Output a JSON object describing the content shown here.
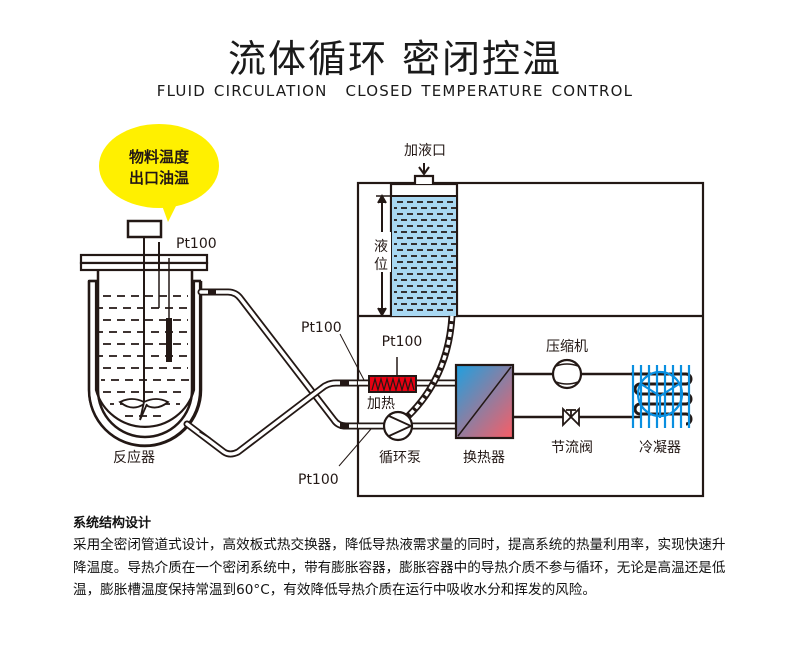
{
  "header": {
    "title_cn": "流体循环 密闭控温",
    "title_en_1": "FLUID CIRCULATION",
    "title_en_2": "CLOSED TEMPERATURE CONTROL"
  },
  "diagram": {
    "callout": {
      "line1": "物料温度",
      "line2": "出口油温",
      "color": "#FFF000"
    },
    "sensor_labels": {
      "reactor_probe": "Pt100",
      "outlet_upper": "Pt100",
      "heater": "Pt100",
      "outlet_lower": "Pt100"
    },
    "components": {
      "fill_port": "加液口",
      "level_1": "液",
      "level_2": "位",
      "heater": "加热",
      "pump": "循环泵",
      "heat_exchanger": "换热器",
      "compressor": "压缩机",
      "throttle_valve": "节流阀",
      "condenser": "冷凝器",
      "reactor": "反应器"
    },
    "colors": {
      "liquid": "#A9D8F2",
      "heater": "#E60012",
      "exchanger_top": "#1EA0E0",
      "exchanger_bottom": "#F0606A",
      "condenser": "#0A8FE0",
      "line": "#231815"
    }
  },
  "description": {
    "title": "系统结构设计",
    "body": "采用全密闭管道式设计，高效板式热交换器，降低导热液需求量的同时，提高系统的热量利用率，实现快速升降温度。导热介质在一个密闭系统中，带有膨胀容器，膨胀容器中的导热介质不参与循环，无论是高温还是低温，膨胀槽温度保持常温到60°C，有效降低导热介质在运行中吸收水分和挥发的风险。"
  }
}
